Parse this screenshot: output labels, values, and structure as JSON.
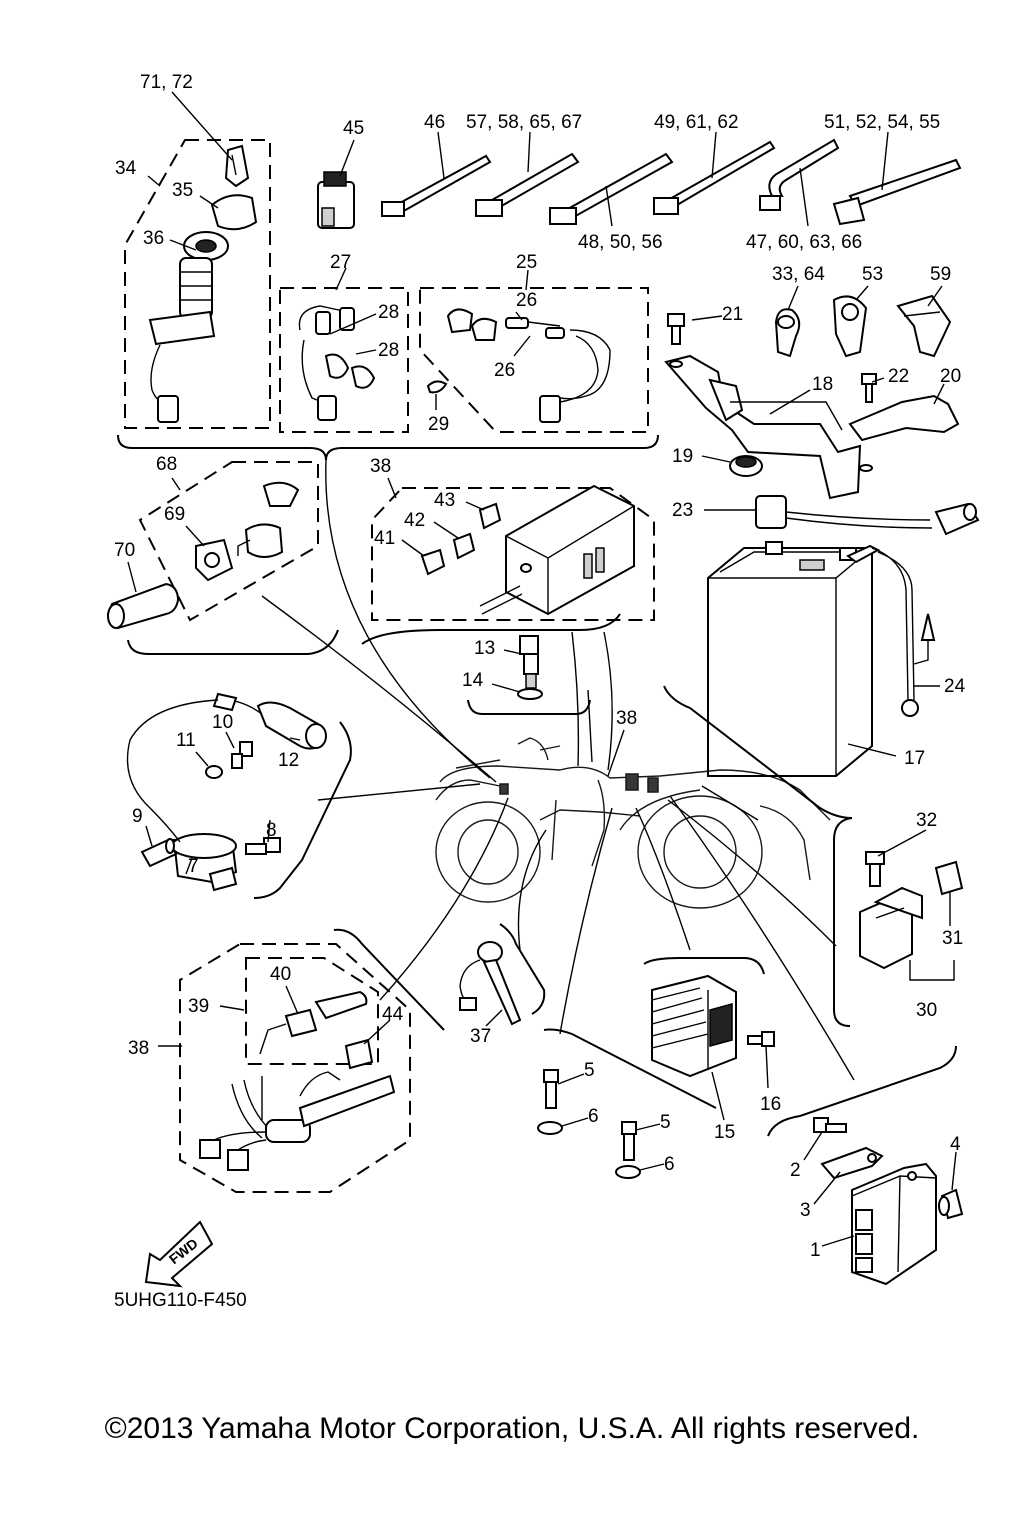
{
  "diagram_code": "5UHG110-F450",
  "copyright": "©2013 Yamaha Motor Corporation, U.S.A. All rights reserved.",
  "fwd_label": "FWD",
  "callouts": {
    "c71_72": "71, 72",
    "c34": "34",
    "c35": "35",
    "c36": "36",
    "c45": "45",
    "c46": "46",
    "c57": "57, 58, 65, 67",
    "c49": "49, 61, 62",
    "c51": "51, 52, 54, 55",
    "c48": "48, 50, 56",
    "c47": "47, 60, 63, 66",
    "c27": "27",
    "c28a": "28",
    "c28b": "28",
    "c25": "25",
    "c26a": "26",
    "c26b": "26",
    "c29": "29",
    "c33": "33, 64",
    "c53": "53",
    "c59": "59",
    "c21": "21",
    "c18": "18",
    "c22": "22",
    "c20": "20",
    "c19": "19",
    "c23": "23",
    "c68": "68",
    "c69": "69",
    "c70": "70",
    "c38a": "38",
    "c43": "43",
    "c42": "42",
    "c41": "41",
    "c13": "13",
    "c14": "14",
    "c24": "24",
    "c38b": "38",
    "c17": "17",
    "c10": "10",
    "c11": "11",
    "c12": "12",
    "c9": "9",
    "c8": "8",
    "c7": "7",
    "c32": "32",
    "c31": "31",
    "c30": "30",
    "c40": "40",
    "c39": "39",
    "c44": "44",
    "c38c": "38",
    "c37": "37",
    "c5a": "5",
    "c6a": "6",
    "c5b": "5",
    "c6b": "6",
    "c16": "16",
    "c15": "15",
    "c4": "4",
    "c2": "2",
    "c3": "3",
    "c1": "1"
  }
}
